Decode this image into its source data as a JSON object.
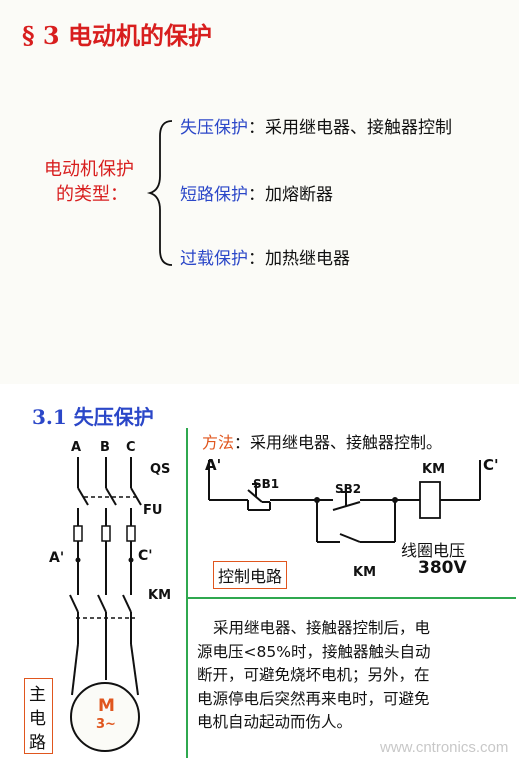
{
  "slide1": {
    "section_title": "§ 3 电动机的保护",
    "left_label_line1": "电动机保护",
    "left_label_line2": "的类型：",
    "items": [
      {
        "term": "失压保护",
        "desc": "：采用继电器、接触器控制"
      },
      {
        "term": "短路保护",
        "desc": "：加熔断器"
      },
      {
        "term": "过载保护",
        "desc": "：加热继电器"
      }
    ]
  },
  "slide2": {
    "subsection_title": "3.1 失压保护",
    "main_circuit": {
      "phase_labels": [
        "A",
        "B",
        "C"
      ],
      "qs_label": "QS",
      "fu_label": "FU",
      "a_prime": "A'",
      "c_prime": "C'",
      "km_label": "KM",
      "motor_label": "M",
      "motor_sub": "3~",
      "caption": [
        "主",
        "电",
        "路"
      ]
    },
    "method": {
      "prefix": "方法",
      "text": "：采用继电器、接触器控制。"
    },
    "control_circuit": {
      "a_prime": "A'",
      "c_prime": "C'",
      "sb1": "SB1",
      "sb2": "SB2",
      "km_coil": "KM",
      "km_contact": "KM",
      "coil_voltage_label": "线圈电压",
      "coil_voltage_value": "380V",
      "caption": "控制电路"
    },
    "explanation": [
      "采用继电器、接触器控制后，电",
      "源电压<85%时，接触器触头自动",
      "断开，可避免烧坏电机；另外，在",
      "电源停电后突然再来电时，可避免",
      "电机自动起动而伤人。"
    ]
  },
  "watermark": "www.cntronics.com",
  "colors": {
    "red": "#d81e1e",
    "blue": "#2b47c8",
    "green": "#2fa84f",
    "orange": "#e0561e"
  }
}
